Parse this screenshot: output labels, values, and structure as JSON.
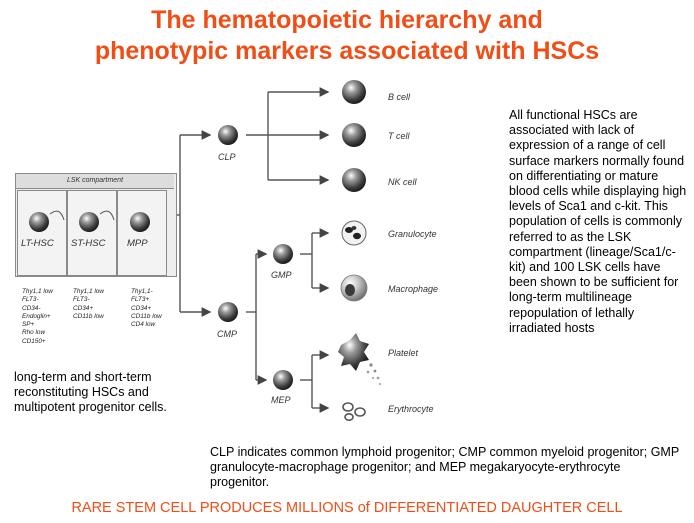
{
  "title": {
    "line1": "The hematopoietic hierarchy and",
    "line2": "phenotypic markers associated with HSCs"
  },
  "diagram": {
    "lsk_compartment": "LSK compartment",
    "stages": [
      "LT-HSC",
      "ST-HSC",
      "MPP"
    ],
    "markers": {
      "lt_hsc": "Thy1,1 low\nFLT3-\nCD34-\nEndoglin+\nSP+\nRho low\nCD150+",
      "st_hsc": "Thy1,1 low\nFLT3-\nCD34+\nCD11b low",
      "mpp": "Thy1,1-\nFLT3+\nCD34+\nCD11b low\nCD4 low"
    },
    "progenitors": {
      "clp": "CLP",
      "cmp": "CMP",
      "gmp": "GMP",
      "mep": "MEP"
    },
    "mature_cells": [
      "B cell",
      "T cell",
      "NK cell",
      "Granulocyte",
      "Macrophage",
      "Platelet",
      "Erythrocyte"
    ]
  },
  "right_text": "All functional HSCs are associated with lack of expression of a range of cell surface markers normally found on differentiating or mature blood cells while displaying high levels of Sca1 and c-kit. This population of cells is commonly referred to as the LSK compartment (lineage/Sca1/c-kit) and 100 LSK cells have been shown to be sufficient for long-term multilineage repopulation of lethally irradiated hosts",
  "left_text": "long-term and short-term reconstituting HSCs and multipotent progenitor cells.",
  "caption": "CLP indicates common lymphoid progenitor; CMP common myeloid progenitor; GMP granulocyte-macrophage progenitor; and MEP megakaryocyte-erythrocyte progenitor.",
  "footer": "RARE STEM CELL PRODUCES MILLIONS of DIFFERENTIATED DAUGHTER CELL",
  "colors": {
    "title": "#f04e16",
    "footer": "#f04e16",
    "text": "#000000",
    "line": "#444444"
  }
}
